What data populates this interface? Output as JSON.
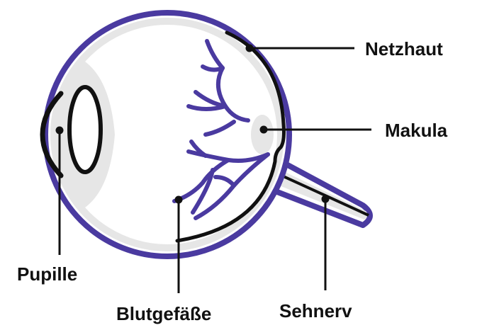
{
  "labels": {
    "retina": "Netzhaut",
    "macula": "Makula",
    "pupil": "Pupille",
    "vessels": "Blutgefäße",
    "optic_nerve": "Sehnerv"
  },
  "colors": {
    "outline": "#4a3aa0",
    "inner_shade": "#e6e6e6",
    "line": "#111111",
    "background": "#ffffff"
  }
}
